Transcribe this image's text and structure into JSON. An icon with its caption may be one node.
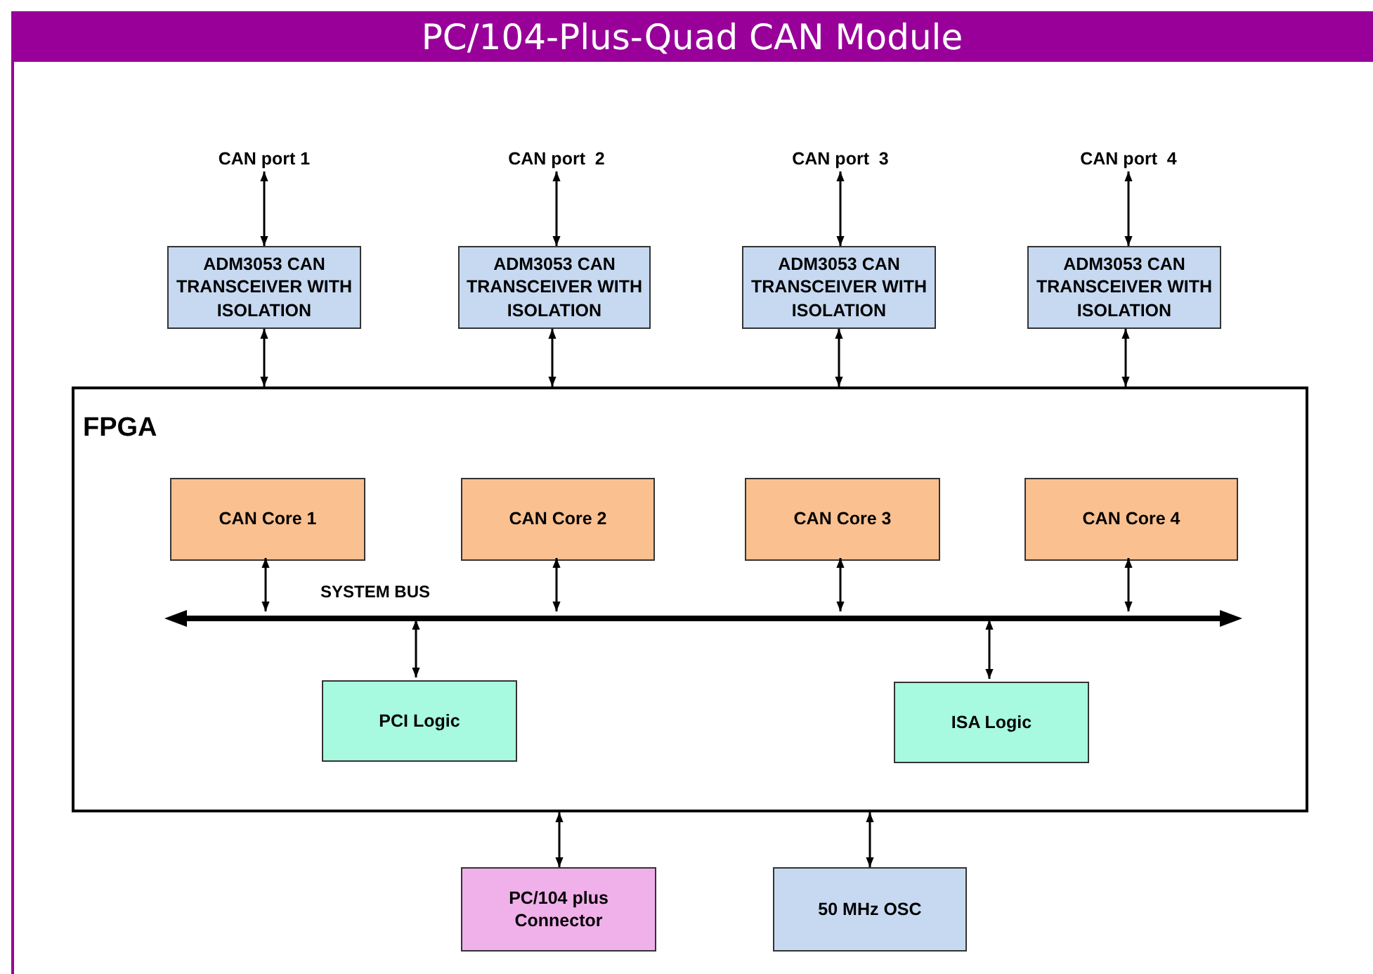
{
  "diagram": {
    "title": "PC/104-Plus-Quad CAN Module",
    "nodes": [
      {
        "text": [
          "CAN port 1"
        ]
      },
      {
        "text": [
          "CAN port  2"
        ]
      },
      {
        "text": [
          "CAN port  3"
        ]
      },
      {
        "text": [
          "CAN port  4"
        ]
      },
      {
        "text": [
          "ADM3053 CAN TRANSCEIVER WITH ISOLATION"
        ]
      },
      {
        "text": [
          "ADM3053 CAN TRANSCEIVER WITH ISOLATION"
        ]
      },
      {
        "text": [
          "ADM3053 CAN TRANSCEIVER WITH ISOLATION"
        ]
      },
      {
        "text": [
          "ADM3053 CAN TRANSCEIVER WITH ISOLATION"
        ]
      },
      {
        "text": [
          "FPGA"
        ]
      },
      {
        "text": [
          "CAN Core 1"
        ],
        "in": 8
      },
      {
        "text": [
          "CAN Core 2"
        ],
        "in": 8
      },
      {
        "text": [
          "CAN Core 3"
        ],
        "in": 8
      },
      {
        "text": [
          "CAN Core 4"
        ],
        "in": 8
      },
      {
        "text": [],
        "shape": "bar",
        "in": 8
      },
      {
        "text": [
          "PCI Logic"
        ],
        "in": 8
      },
      {
        "text": [
          "ISA Logic"
        ],
        "in": 8
      },
      {
        "text": [
          "PC/104 plus Connector"
        ]
      },
      {
        "text": [
          "50 MHz OSC"
        ]
      }
    ],
    "edges": [
      {
        "from": 0,
        "to": 4,
        "arrow": "both"
      },
      {
        "from": 1,
        "to": 5,
        "arrow": "both"
      },
      {
        "from": 2,
        "to": 6,
        "arrow": "both"
      },
      {
        "from": 3,
        "to": 7,
        "arrow": "both"
      },
      {
        "from": 4,
        "to": 8,
        "arrow": "both"
      },
      {
        "from": 5,
        "to": 8,
        "arrow": "both"
      },
      {
        "from": 6,
        "to": 8,
        "arrow": "both"
      },
      {
        "from": 7,
        "to": 8,
        "arrow": "both"
      },
      {
        "from": 9,
        "to": 13,
        "arrow": "both"
      },
      {
        "from": 10,
        "to": 13,
        "arrow": "both"
      },
      {
        "from": 11,
        "to": 13,
        "arrow": "both"
      },
      {
        "from": 12,
        "to": 13,
        "arrow": "both"
      },
      {
        "from": 13,
        "to": 14,
        "arrow": "both"
      },
      {
        "from": 13,
        "to": 15,
        "arrow": "both"
      },
      {
        "from": 8,
        "to": 16,
        "arrow": "both"
      },
      {
        "from": 8,
        "to": 17,
        "arrow": "both"
      }
    ],
    "labels": [
      "SYSTEM BUS"
    ]
  }
}
